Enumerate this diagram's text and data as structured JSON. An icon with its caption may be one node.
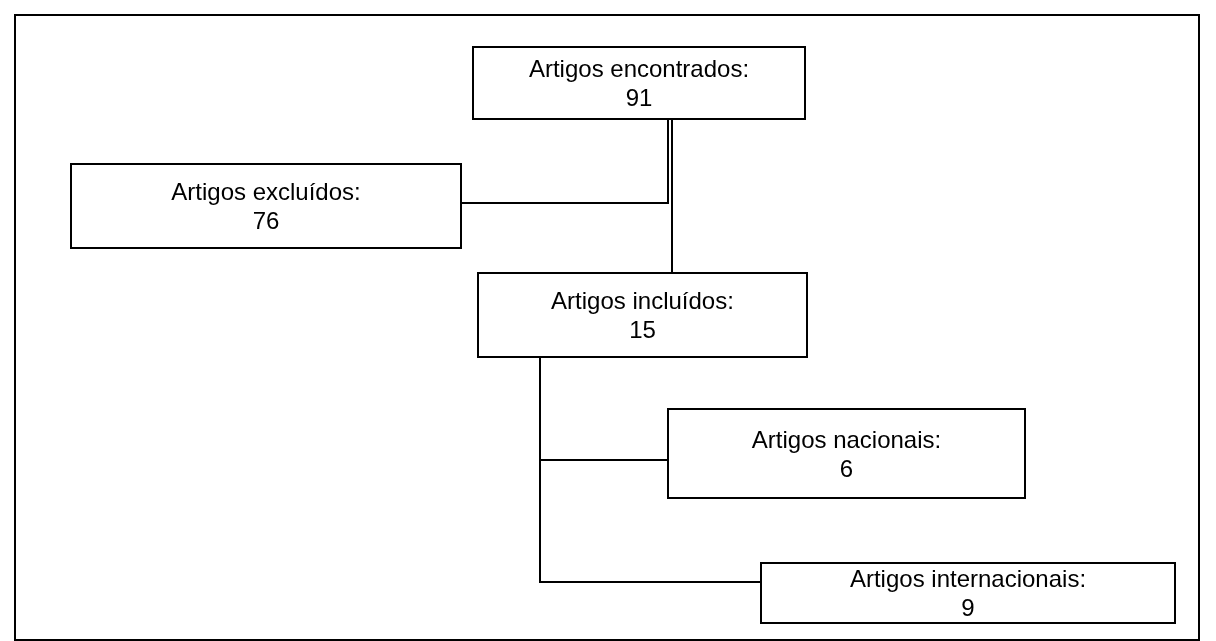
{
  "diagram": {
    "nodes": [
      {
        "text": [
          "Artigos encontrados:",
          "91"
        ]
      },
      {
        "text": [
          "Artigos excluídos:",
          "76"
        ]
      },
      {
        "text": [
          "Artigos incluídos:",
          "15"
        ]
      },
      {
        "text": [
          "Artigos nacionais:",
          "6"
        ]
      },
      {
        "text": [
          "Artigos internacionais:",
          "9"
        ]
      }
    ],
    "edges": [
      {
        "from": 0,
        "to": 2,
        "arrow": "none"
      },
      {
        "from": 0,
        "to": 1,
        "arrow": "none"
      },
      {
        "from": 2,
        "to": 3,
        "arrow": "none"
      },
      {
        "from": 2,
        "to": 4,
        "arrow": "none"
      }
    ]
  }
}
